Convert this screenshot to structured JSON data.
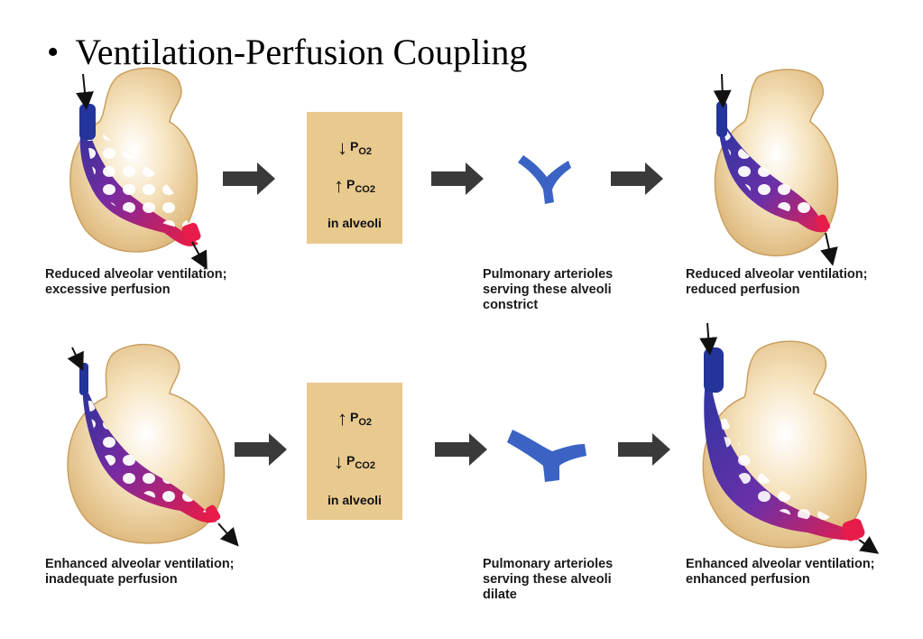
{
  "slide": {
    "bullet": "•",
    "title": "Ventilation-Perfusion Coupling"
  },
  "top_row": {
    "left_caption": [
      "Reduced alveolar ventilation;",
      "excessive perfusion"
    ],
    "box": {
      "line1_arrow": "↓",
      "line1_symbol": "P",
      "line1_sub": "O2",
      "line2_arrow": "↑",
      "line2_symbol": "P",
      "line2_sub": "CO2",
      "line3": "in alveoli"
    },
    "middle_caption": [
      "Pulmonary arterioles",
      "serving these alveoli",
      "constrict"
    ],
    "right_caption": [
      "Reduced alveolar ventilation;",
      "reduced perfusion"
    ]
  },
  "bottom_row": {
    "left_caption": [
      "Enhanced alveolar ventilation;",
      "inadequate perfusion"
    ],
    "box": {
      "line1_arrow": "↑",
      "line1_symbol": "P",
      "line1_sub": "O2",
      "line2_arrow": "↓",
      "line2_symbol": "P",
      "line2_sub": "CO2",
      "line3": "in alveoli"
    },
    "middle_caption": [
      "Pulmonary arterioles",
      "serving these alveoli",
      "dilate"
    ],
    "right_caption": [
      "Enhanced alveolar ventilation;",
      "enhanced perfusion"
    ]
  },
  "colors": {
    "alveolus": "#e8c98e",
    "vessel_blue": "#2a3a9a",
    "vessel_red": "#e01848",
    "arteriole": "#3a63c4",
    "arrow": "#3a3a3a"
  }
}
